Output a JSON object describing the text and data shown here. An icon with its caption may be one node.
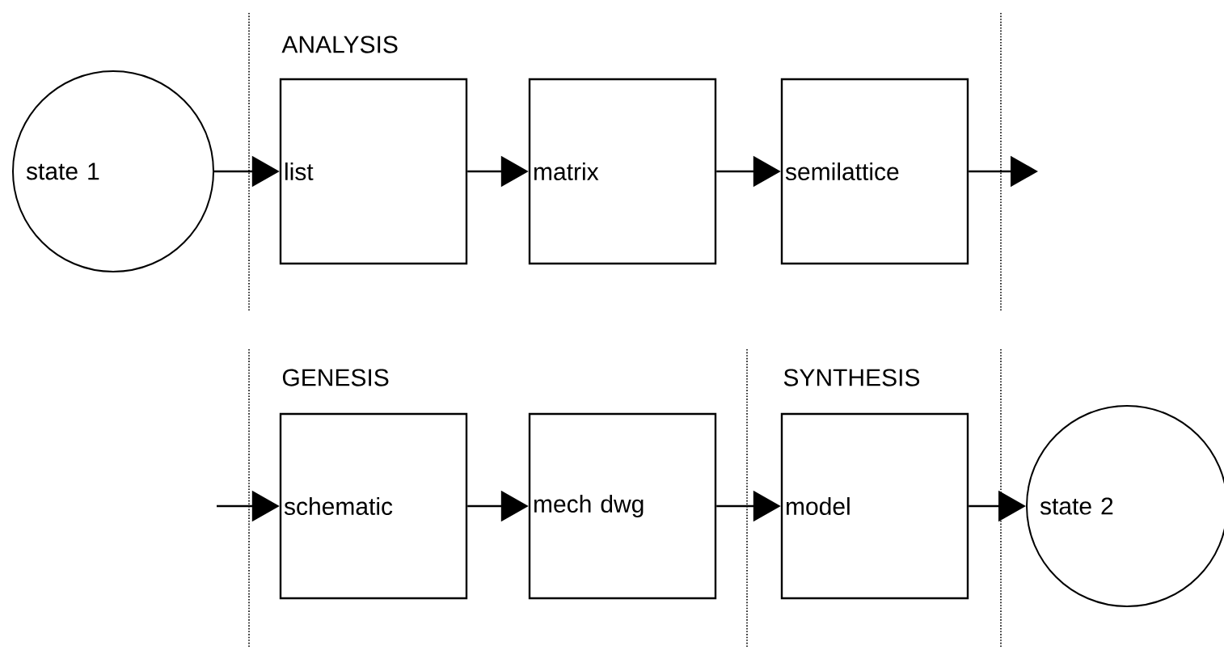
{
  "diagram": {
    "nodes": [
      {
        "text": [
          "state 1"
        ]
      },
      {
        "text": [
          "list"
        ]
      },
      {
        "text": [
          "matrix"
        ]
      },
      {
        "text": [
          "semilattice"
        ]
      },
      {
        "text": [
          "schematic"
        ]
      },
      {
        "text": [
          "mech dwg"
        ]
      },
      {
        "text": [
          "model"
        ]
      },
      {
        "text": [
          "state 2"
        ]
      }
    ],
    "edges": [
      {
        "from": 0,
        "to": 1,
        "arrow": "to"
      },
      {
        "from": 1,
        "to": 2,
        "arrow": "to"
      },
      {
        "from": 2,
        "to": 3,
        "arrow": "to"
      },
      {
        "from": 3,
        "to": null,
        "arrow": "to"
      },
      {
        "from": null,
        "to": 4,
        "arrow": "to"
      },
      {
        "from": 4,
        "to": 5,
        "arrow": "to"
      },
      {
        "from": 5,
        "to": 6,
        "arrow": "to"
      },
      {
        "from": 6,
        "to": 7,
        "arrow": "to"
      }
    ],
    "labels": [
      "ANALYSIS",
      "GENESIS",
      "SYNTHESIS"
    ]
  }
}
